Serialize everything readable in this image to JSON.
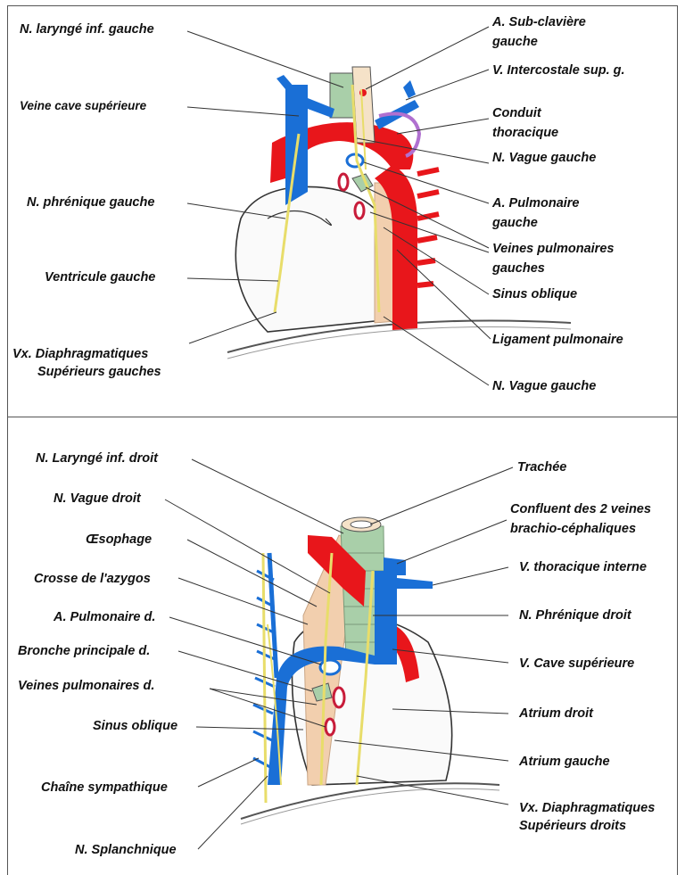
{
  "top_panel": {
    "labels": {
      "n_larynge_inf_gauche": "N. laryngé inf. gauche",
      "veine_cave_sup": "Veine cave supérieure",
      "n_phrenique_gauche": "N. phrénique gauche",
      "ventricule_gauche": "Ventricule gauche",
      "vx_diaphragmatiques_1": "Vx. Diaphragmatiques",
      "vx_diaphragmatiques_2": "Supérieurs gauches",
      "a_subclaviere_1": "A. Sub-clavière",
      "a_subclaviere_2": "gauche",
      "v_intercostale": "V. Intercostale sup. g.",
      "conduit_1": "Conduit",
      "conduit_2": "thoracique",
      "n_vague_gauche_1": "N. Vague gauche",
      "a_pulmonaire_1": "A. Pulmonaire",
      "a_pulmonaire_2": "gauche",
      "veines_pulm_1": "Veines pulmonaires",
      "veines_pulm_2": "gauches",
      "sinus_oblique": "Sinus oblique",
      "ligament_pulmonaire": "Ligament pulmonaire",
      "n_vague_gauche_2": "N. Vague gauche"
    }
  },
  "bottom_panel": {
    "labels": {
      "n_larynge_inf_droit": "N. Laryngé inf. droit",
      "n_vague_droit": "N. Vague droit",
      "oesophage": "Œsophage",
      "crosse_azygos": "Crosse de l'azygos",
      "a_pulmonaire_d": "A. Pulmonaire d.",
      "bronche_principale": "Bronche principale d.",
      "veines_pulm_d": "Veines pulmonaires d.",
      "sinus_oblique": "Sinus oblique",
      "chaine_sympathique": "Chaîne sympathique",
      "n_splanchnique": "N. Splanchnique",
      "trachee": "Trachée",
      "confluent_1": "Confluent des 2 veines",
      "confluent_2": "brachio-céphaliques",
      "v_thoracique_interne": "V. thoracique interne",
      "n_phrenique_droit": "N. Phrénique droit",
      "v_cave_sup": "V. Cave supérieure",
      "atrium_droit": "Atrium droit",
      "atrium_gauche": "Atrium gauche",
      "vx_diaph_1": "Vx. Diaphragmatiques",
      "vx_diaph_2": "Supérieurs droits"
    }
  },
  "colors": {
    "artery": "#e8161b",
    "vein": "#1a6fd6",
    "nerve": "#e8dd6a",
    "oesophagus": "#f2cfae",
    "trachea": "#a9cfa9",
    "lymph": "#b070d0"
  }
}
